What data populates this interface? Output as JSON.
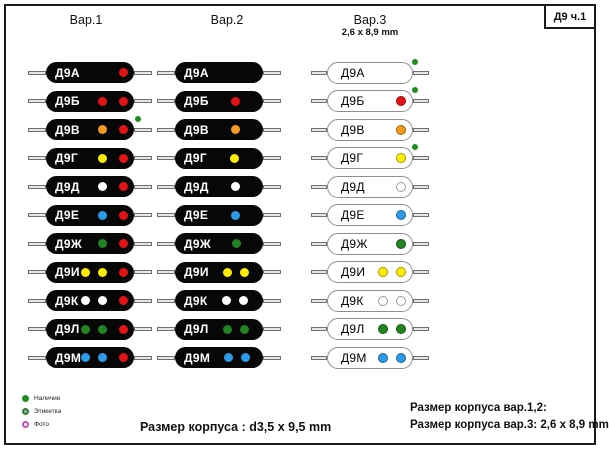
{
  "title_box": "Д9 ч.1",
  "columns": [
    {
      "id": "var1",
      "header": "Вар.1",
      "subtitle": "",
      "body_style": "dark",
      "has_fixed_red_dot": true
    },
    {
      "id": "var2",
      "header": "Вар.2",
      "subtitle": "",
      "body_style": "dark",
      "has_fixed_red_dot": false
    },
    {
      "id": "var3",
      "header": "Вар.3",
      "subtitle": "2,6 x 8,9 mm",
      "body_style": "light",
      "has_fixed_red_dot": false
    }
  ],
  "rows": [
    {
      "label": "Д9А",
      "code_dots": [],
      "availability_marker_in": [
        "var3"
      ]
    },
    {
      "label": "Д9Б",
      "code_dots": [
        "red"
      ],
      "availability_marker_in": [
        "var3"
      ]
    },
    {
      "label": "Д9В",
      "code_dots": [
        "orange"
      ],
      "availability_marker_in": [
        "var1"
      ]
    },
    {
      "label": "Д9Г",
      "code_dots": [
        "yellow"
      ],
      "availability_marker_in": [
        "var3"
      ]
    },
    {
      "label": "Д9Д",
      "code_dots": [
        "white"
      ],
      "availability_marker_in": []
    },
    {
      "label": "Д9Е",
      "code_dots": [
        "blue"
      ],
      "availability_marker_in": []
    },
    {
      "label": "Д9Ж",
      "code_dots": [
        "green"
      ],
      "availability_marker_in": []
    },
    {
      "label": "Д9И",
      "code_dots": [
        "yellow",
        "yellow"
      ],
      "availability_marker_in": []
    },
    {
      "label": "Д9К",
      "code_dots": [
        "white",
        "white"
      ],
      "availability_marker_in": []
    },
    {
      "label": "Д9Л",
      "code_dots": [
        "green",
        "green"
      ],
      "availability_marker_in": []
    },
    {
      "label": "Д9М",
      "code_dots": [
        "blue",
        "blue"
      ],
      "availability_marker_in": []
    }
  ],
  "dot_colors": {
    "red": "#e31313",
    "orange": "#f59a1d",
    "yellow": "#ffec00",
    "white": "#ffffff",
    "blue": "#2d9ce8",
    "green": "#218321",
    "availability_green": "#1e8f1e"
  },
  "legend": [
    {
      "type": "availability",
      "label": "Наличие"
    },
    {
      "type": "label",
      "label": "Этикетка"
    },
    {
      "type": "photo",
      "label": "Фото"
    }
  ],
  "footer": {
    "center_text": "Размер корпуса : d3,5 x 9,5 mm",
    "right_line1": "Размер корпуса вар.1,2:",
    "right_line2": "Размер корпуса вар.3: 2,6 x 8,9 mm"
  }
}
